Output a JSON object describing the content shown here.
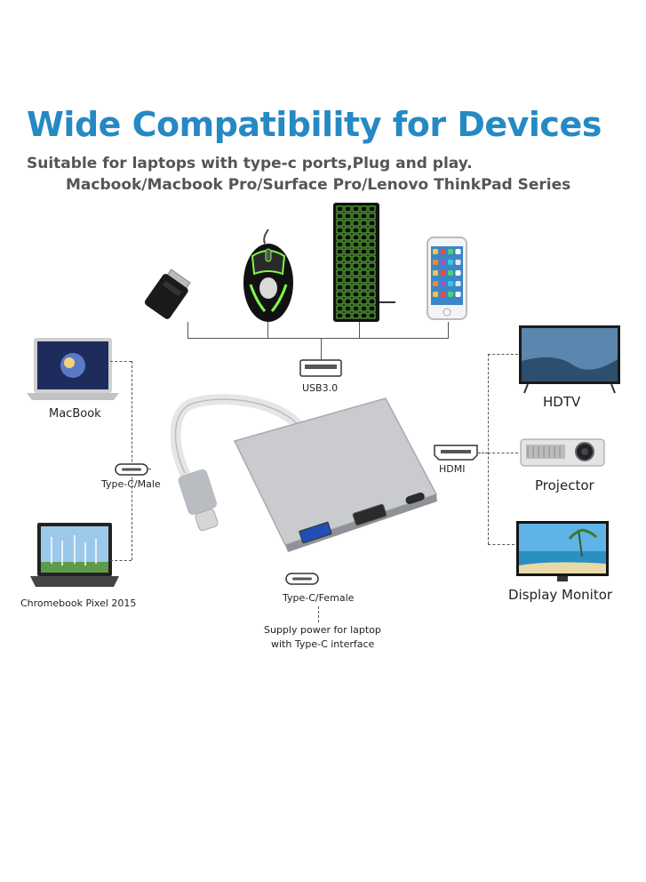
{
  "heading": {
    "title": "Wide Compatibility for Devices",
    "line1": "Suitable for laptops with type-c ports,Plug and play.",
    "line2": "Macbook/Macbook Pro/Surface Pro/Lenovo ThinkPad Series"
  },
  "left_devices": {
    "macbook": "MacBook",
    "chromebook": "Chromebook Pixel 2015",
    "input_port": "Type-C/Male"
  },
  "top_devices": {
    "port_label": "USB3.0"
  },
  "right_devices": {
    "port_label": "HDMI",
    "hdtv": "HDTV",
    "projector": "Projector",
    "monitor": "Display Monitor"
  },
  "bottom": {
    "port_label": "Type-C/Female",
    "note_line1": "Supply power for laptop",
    "note_line2": "with Type-C interface"
  },
  "colors": {
    "title": "#2589c4",
    "adapter_body": "#c9cbce",
    "keyboard_glow": "#7cfc4a"
  }
}
